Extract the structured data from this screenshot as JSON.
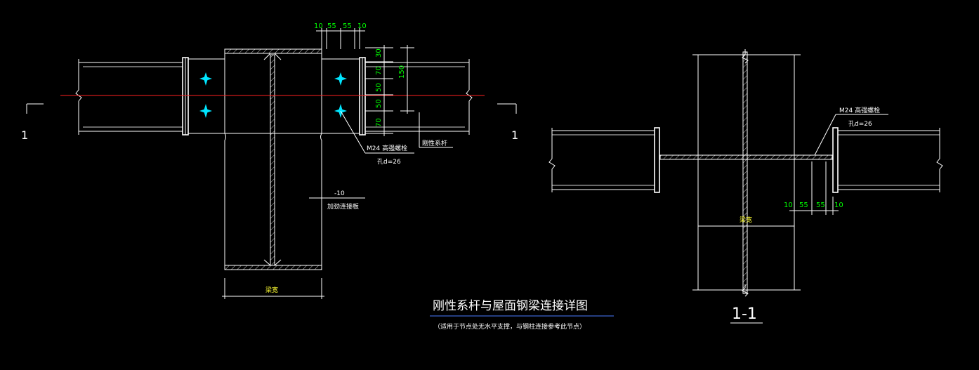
{
  "title": "刚性系杆与屋面钢梁连接详图",
  "subtitle": "（适用于节点处无水平支撑，与钢柱连接参考此节点）",
  "section_marker": "1",
  "section_view_label": "1-1",
  "dims_top": [
    "10",
    "55",
    "55",
    "10"
  ],
  "dims_right": [
    "30",
    "70",
    "50",
    "50",
    "70"
  ],
  "dim_150": "150",
  "bolt_note": "M24 高强螺栓",
  "hole_note": "孔d=26",
  "tie_note": "刚性系杆",
  "stiffener_thk": "-10",
  "stiffener_note": "加劲连接板",
  "width_label": "梁宽",
  "dims_bottom_section": [
    "10",
    "55",
    "55",
    "10"
  ],
  "colors": {
    "background": "#000000",
    "lines": "#ffffff",
    "dimension_text": "#00ff00",
    "note_text": "#ffff33",
    "axis_line": "#ff2020",
    "title_underline": "#4a7dff",
    "bolt": "#00e5ff"
  }
}
